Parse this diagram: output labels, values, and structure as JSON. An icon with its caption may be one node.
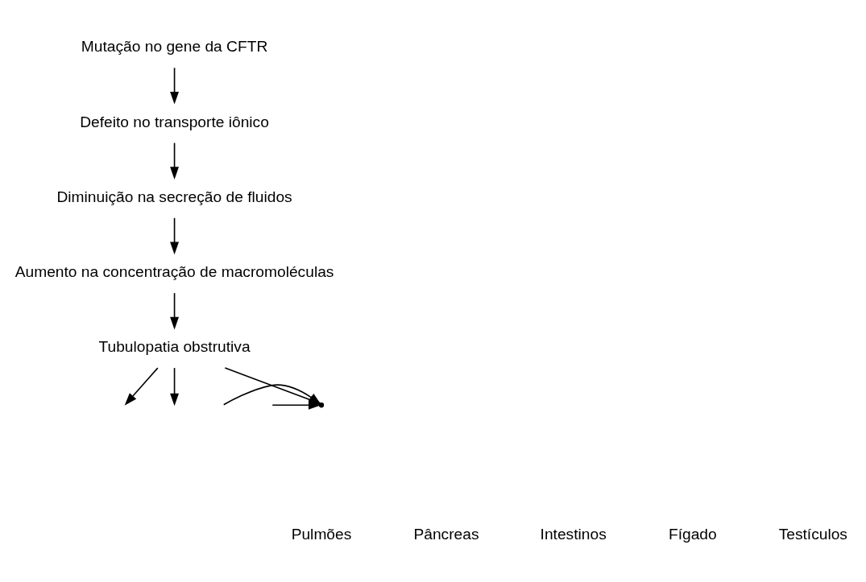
{
  "diagram": {
    "nodes": [
      {
        "text": [
          "Mutação no gene da CFTR"
        ]
      },
      {
        "text": [
          "Defeito no transporte iônico"
        ]
      },
      {
        "text": [
          "Diminuição na secreção de fluidos"
        ]
      },
      {
        "text": [
          "Aumento na concentração de macromoléculas"
        ]
      },
      {
        "text": [
          "Tubulopatia obstrutiva"
        ]
      },
      {
        "text": [],
        "shape": "point"
      }
    ],
    "edges": [
      {
        "from": 0,
        "to": 1,
        "arrow": "to"
      },
      {
        "from": 1,
        "to": 2,
        "arrow": "to"
      },
      {
        "from": 2,
        "to": 3,
        "arrow": "to"
      },
      {
        "from": 3,
        "to": 4,
        "arrow": "to"
      },
      {
        "from": null,
        "to": 5,
        "arrow": "to"
      },
      {
        "from": null,
        "to": 5,
        "arrow": "to"
      },
      {
        "from": 4,
        "to": 5,
        "arrow": "to"
      },
      {
        "from": 4,
        "to": null,
        "arrow": "to"
      },
      {
        "from": 4,
        "to": null,
        "arrow": "to"
      }
    ],
    "labels": [
      "Pulmões",
      "Pâncreas",
      "Intestinos",
      "Fígado",
      "Testículos"
    ]
  }
}
